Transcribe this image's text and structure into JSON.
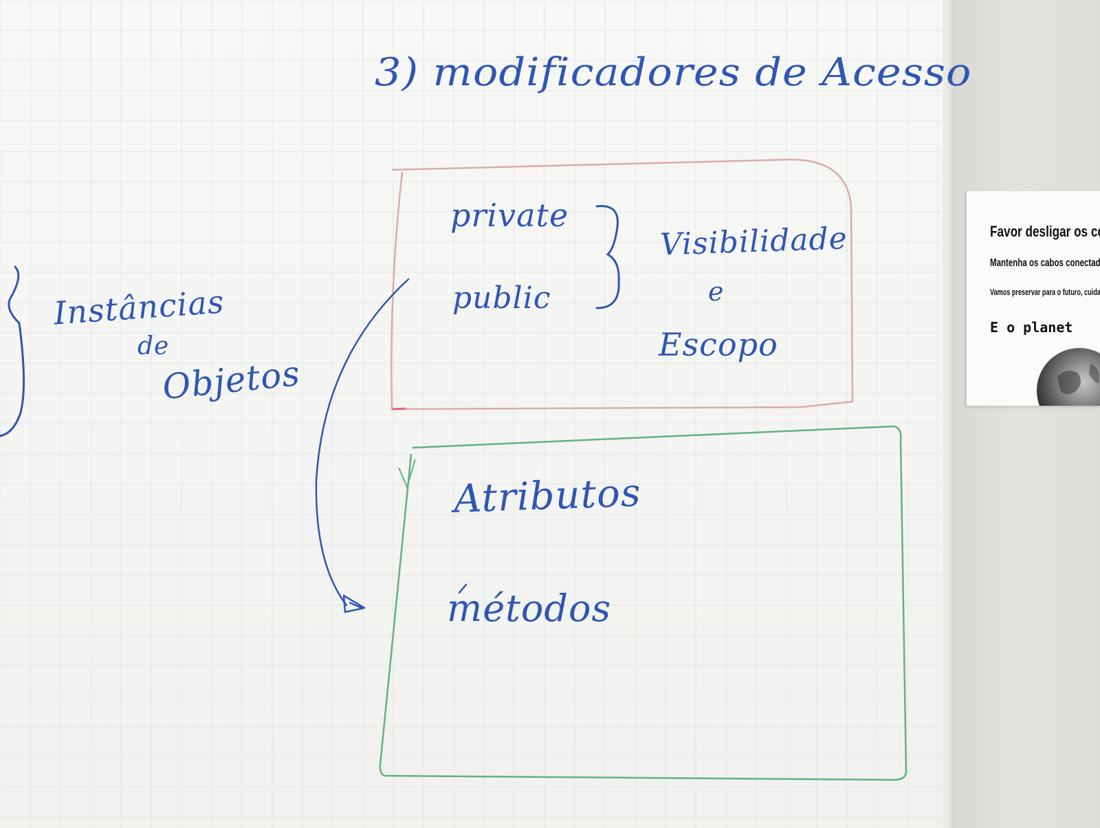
{
  "board": {
    "title": "3) modificadores de Acesso",
    "left_note": {
      "line1": "Instâncias",
      "line2": "de",
      "line3": "Objetos"
    },
    "red_box": {
      "item1": "private",
      "item2": "public",
      "note_line1": "Visibilidade",
      "note_line2": "e",
      "note_line3": "Escopo"
    },
    "green_box": {
      "item1": "Atributos",
      "item2": "métodos"
    },
    "ink_colors": {
      "blue_marker": "#2f56b4",
      "red_marker": "#d9a3a3",
      "green_marker": "#5fb07c"
    }
  },
  "notice": {
    "title": "Favor desligar os co",
    "line1": "Mantenha os cabos conectad",
    "line2": "Vamos preservar para o futuro, cuida",
    "line3": "E o planet",
    "image": "globe-icon"
  }
}
